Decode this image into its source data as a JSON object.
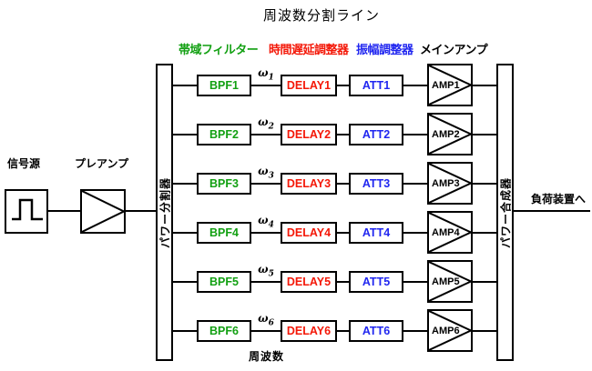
{
  "title": "周波数分割ライン",
  "legend": {
    "bandpass": {
      "label": "帯域フィルター",
      "color": "#12a012"
    },
    "delay": {
      "label": "時間遅延調整器",
      "color": "#f41808"
    },
    "attenuator": {
      "label": "振幅調整器",
      "color": "#2026f0"
    },
    "main_amp": {
      "label": "メインアンプ",
      "color": "#000000"
    }
  },
  "left": {
    "source_label": "信号源",
    "preamp_label": "プレアンプ",
    "divider_label": "パワー分割器"
  },
  "right": {
    "combiner_label": "パワー合成器",
    "output_label": "負荷装置へ"
  },
  "bottom_label": "周波数",
  "channels": [
    {
      "bpf": "BPF1",
      "omega": "ω",
      "omega_sub": "1",
      "delay": "DELAY1",
      "att": "ATT1",
      "amp": "AMP1"
    },
    {
      "bpf": "BPF2",
      "omega": "ω",
      "omega_sub": "2",
      "delay": "DELAY2",
      "att": "ATT2",
      "amp": "AMP2"
    },
    {
      "bpf": "BPF3",
      "omega": "ω",
      "omega_sub": "3",
      "delay": "DELAY3",
      "att": "ATT3",
      "amp": "AMP3"
    },
    {
      "bpf": "BPF4",
      "omega": "ω",
      "omega_sub": "4",
      "delay": "DELAY4",
      "att": "ATT4",
      "amp": "AMP4"
    },
    {
      "bpf": "BPF5",
      "omega": "ω",
      "omega_sub": "5",
      "delay": "DELAY5",
      "att": "ATT5",
      "amp": "AMP5"
    },
    {
      "bpf": "BPF6",
      "omega": "ω",
      "omega_sub": "6",
      "delay": "DELAY6",
      "att": "ATT6",
      "amp": "AMP6"
    }
  ]
}
